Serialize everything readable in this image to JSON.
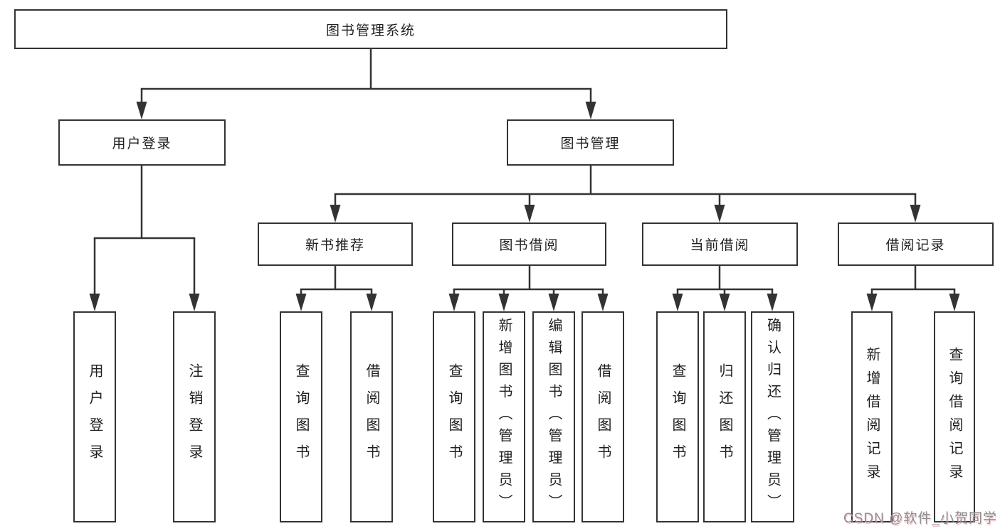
{
  "diagram": {
    "root": {
      "label": "图书管理系统"
    },
    "branches": [
      {
        "label": "用户登录",
        "children": [
          {
            "label": "用户登录"
          },
          {
            "label": "注销登录"
          }
        ]
      },
      {
        "label": "图书管理",
        "children": [
          {
            "label": "新书推荐",
            "children": [
              {
                "label": "查询图书"
              },
              {
                "label": "借阅图书"
              }
            ]
          },
          {
            "label": "图书借阅",
            "children": [
              {
                "label": "查询图书"
              },
              {
                "label": "新增图书（管理员）"
              },
              {
                "label": "编辑图书（管理员）"
              },
              {
                "label": "借阅图书"
              }
            ]
          },
          {
            "label": "当前借阅",
            "children": [
              {
                "label": "查询图书"
              },
              {
                "label": "归还图书"
              },
              {
                "label": "确认归还（管理员）"
              }
            ]
          },
          {
            "label": "借阅记录",
            "children": [
              {
                "label": "新增借阅记录"
              },
              {
                "label": "查询借阅记录"
              }
            ]
          }
        ]
      }
    ]
  },
  "watermark": {
    "text": "CSDN @软件_小贺同学"
  },
  "colors": {
    "line": "#333333",
    "box_border": "#333333",
    "background": "#ffffff",
    "watermark_gray": "#8f8f8f"
  }
}
